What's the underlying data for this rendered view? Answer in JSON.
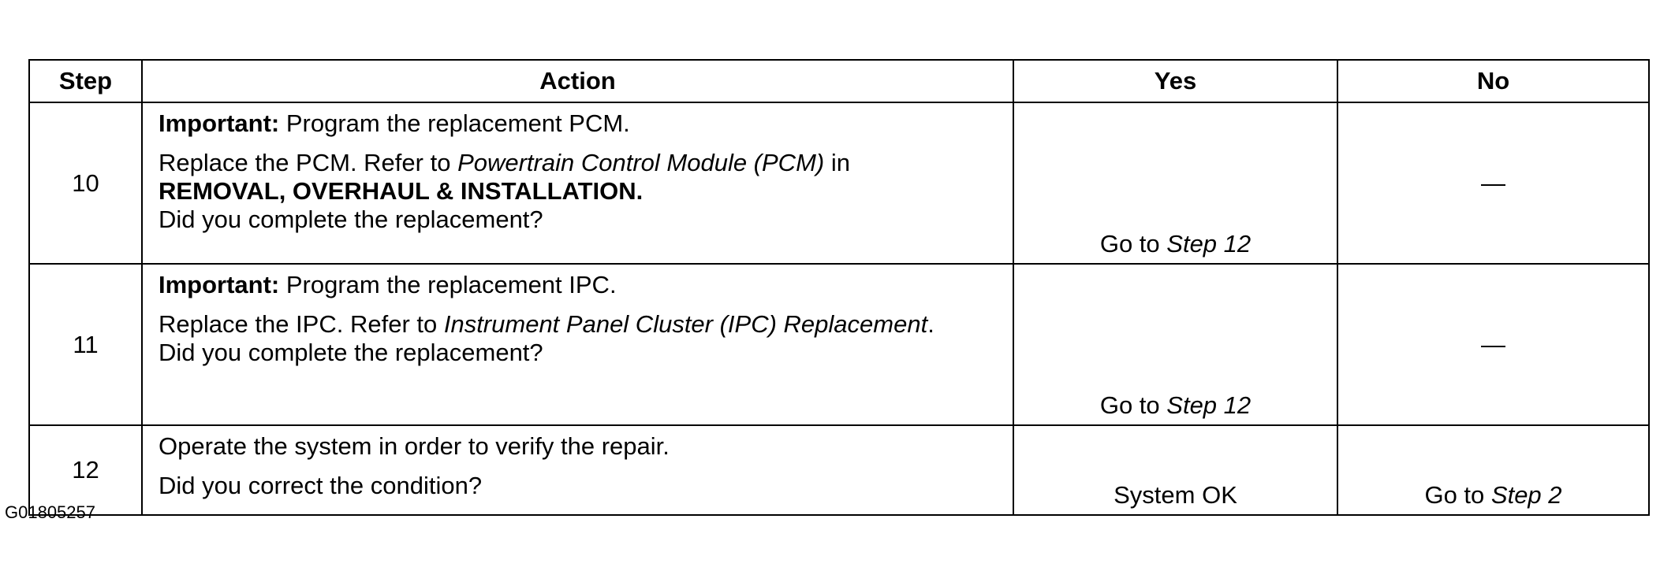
{
  "table": {
    "headers": {
      "step": "Step",
      "action": "Action",
      "yes": "Yes",
      "no": "No"
    },
    "rows": [
      {
        "step": "10",
        "important_label": "Important:",
        "important_text": " Program the replacement PCM.",
        "refer_prefix": "Replace the PCM. Refer to ",
        "refer_italic": "Powertrain Control Module (PCM)",
        "refer_suffix": " in",
        "refer_bold": "REMOVAL, OVERHAUL & INSTALLATION.",
        "question": "Did you complete the replacement?",
        "yes_prefix": "Go to ",
        "yes_italic": "Step 12",
        "no": "—"
      },
      {
        "step": "11",
        "important_label": "Important:",
        "important_text": " Program the replacement IPC.",
        "refer_prefix": "Replace the IPC. Refer to ",
        "refer_italic": "Instrument Panel Cluster (IPC) Replacement",
        "refer_suffix": ".",
        "question": "Did you complete the replacement?",
        "yes_prefix": "Go to ",
        "yes_italic": "Step 12",
        "no": "—"
      },
      {
        "step": "12",
        "operate": "Operate the system in order to verify the repair.",
        "question": "Did you correct the condition?",
        "yes": "System OK",
        "no_prefix": "Go to ",
        "no_italic": "Step 2"
      }
    ]
  },
  "figure_id": "G01805257"
}
